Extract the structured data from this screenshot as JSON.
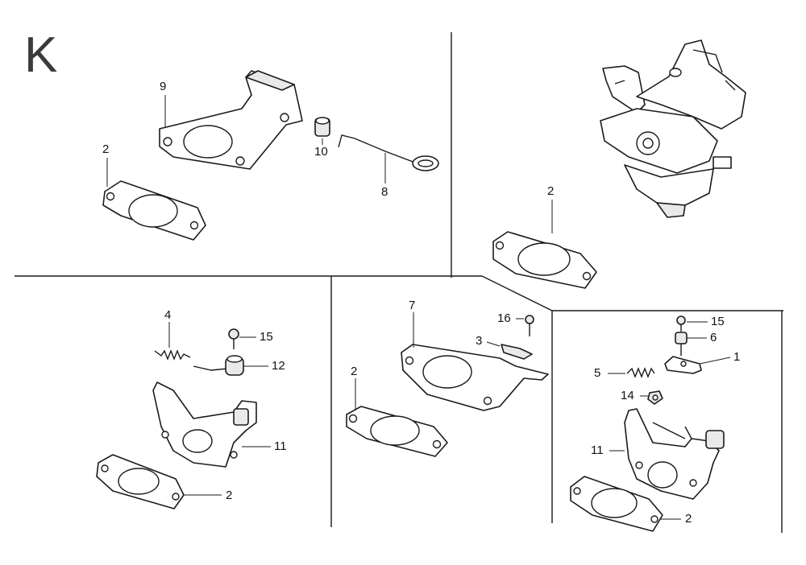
{
  "section_letter": "K",
  "panels": {
    "top_left": {
      "callouts": [
        "9",
        "2",
        "10",
        "8"
      ]
    },
    "top_right": {
      "callouts": [
        "2"
      ]
    },
    "bottom_left": {
      "callouts": [
        "4",
        "15",
        "12",
        "11",
        "2"
      ]
    },
    "bottom_middle": {
      "callouts": [
        "7",
        "16",
        "3",
        "2"
      ]
    },
    "bottom_right": {
      "callouts": [
        "15",
        "6",
        "1",
        "5",
        "14",
        "11",
        "2"
      ]
    }
  },
  "colors": {
    "line": "#1a1a1a",
    "background": "#ffffff",
    "letter": "#3a3a3a"
  }
}
